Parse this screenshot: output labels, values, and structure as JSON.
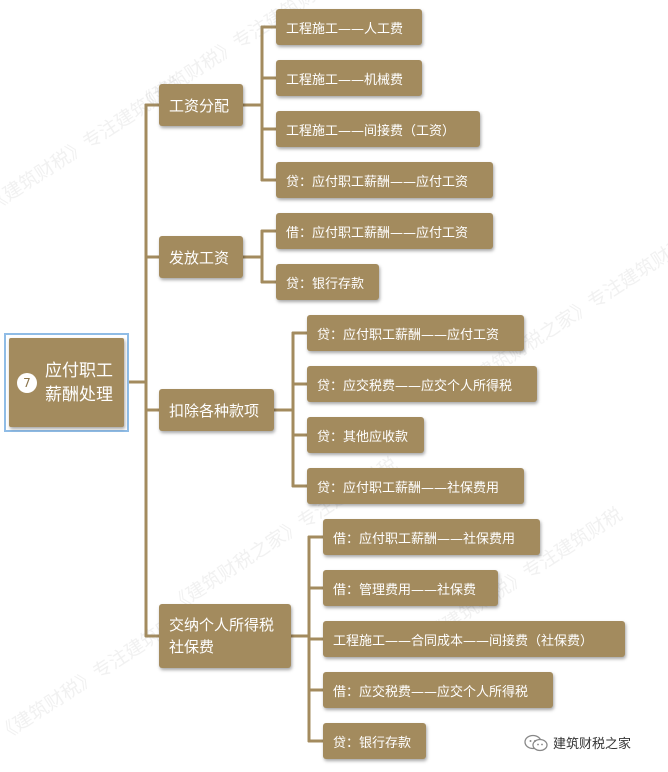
{
  "root": {
    "badge": "7",
    "title": "应付职工薪酬处理"
  },
  "categories": [
    {
      "label": "工资分配",
      "items": [
        "工程施工——人工费",
        "工程施工——机械费",
        "工程施工——间接费（工资）",
        "贷：应付职工薪酬——应付工资"
      ]
    },
    {
      "label": "发放工资",
      "items": [
        "借：应付职工薪酬——应付工资",
        "贷：银行存款"
      ]
    },
    {
      "label": "扣除各种款项",
      "items": [
        "贷：应付职工薪酬——应付工资",
        "贷：应交税费——应交个人所得税",
        "贷：其他应收款",
        "贷：应付职工薪酬——社保费用"
      ]
    },
    {
      "label": "交纳个人所得税社保费",
      "items": [
        "借：应付职工薪酬——社保费用",
        "借：管理费用——社保费",
        "工程施工——合同成本——间接费（社保费）",
        "借：应交税费——应交个人所得税",
        "贷：银行存款"
      ]
    }
  ],
  "watermarks": [
    "《建筑财税》专注建筑财税",
    "《建筑财税之家》专注建筑财税"
  ],
  "brand": {
    "label": "建筑财税之家",
    "icon": "wechat-icon"
  },
  "colors": {
    "node": "#a38b5e",
    "connector": "#a38b5e",
    "root_border": "#8fbce6"
  }
}
